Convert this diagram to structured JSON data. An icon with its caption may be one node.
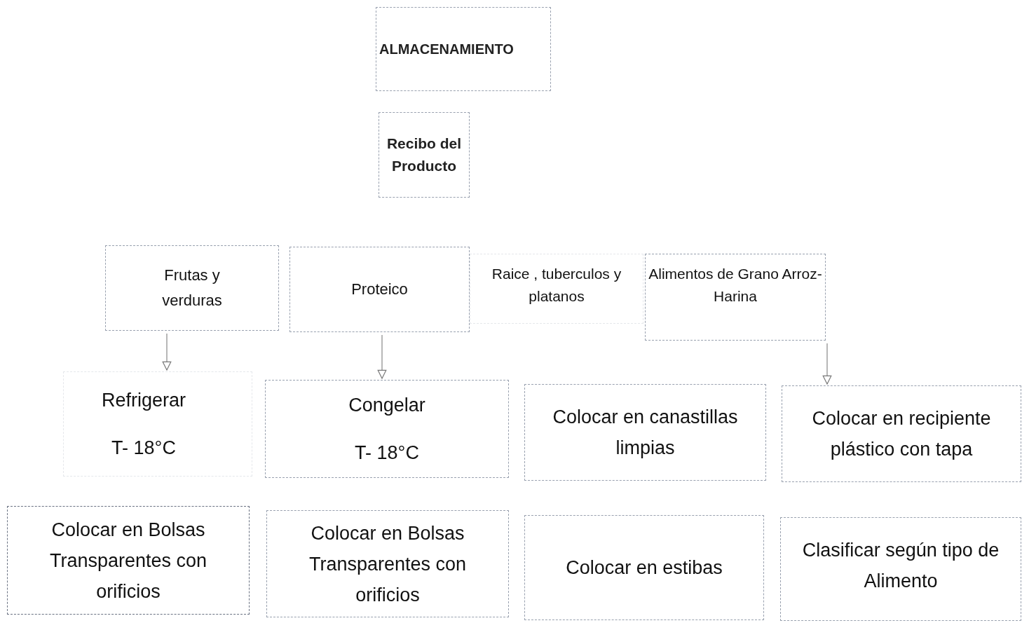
{
  "diagram": {
    "nodes": [
      {
        "text": [
          "ALMACENAMIENTO"
        ]
      },
      {
        "text": [
          "Recibo del Producto"
        ]
      },
      {
        "text": [
          "Frutas y verduras"
        ]
      },
      {
        "text": [
          "Proteico"
        ]
      },
      {
        "text": [
          "Raice , tuberculos y platanos"
        ]
      },
      {
        "text": [
          "Alimentos de Grano Arroz- Harina"
        ]
      },
      {
        "text": [
          "Refrigerar",
          "T- 18°C"
        ]
      },
      {
        "text": [
          "Congelar",
          "T- 18°C"
        ]
      },
      {
        "text": [
          "Colocar en canastillas limpias"
        ]
      },
      {
        "text": [
          "Colocar en recipiente plástico con tapa"
        ]
      },
      {
        "text": [
          "Colocar en Bolsas Transparentes con orificios"
        ]
      },
      {
        "text": [
          "Colocar en Bolsas Transparentes con orificios"
        ]
      },
      {
        "text": [
          "Colocar en estibas"
        ]
      },
      {
        "text": [
          "Clasificar según tipo de Alimento"
        ]
      }
    ],
    "edges": [
      {
        "from": 2,
        "to": 6,
        "arrow": "to"
      },
      {
        "from": 3,
        "to": 7,
        "arrow": "to"
      },
      {
        "from": 5,
        "to": 9,
        "arrow": "to"
      }
    ]
  }
}
